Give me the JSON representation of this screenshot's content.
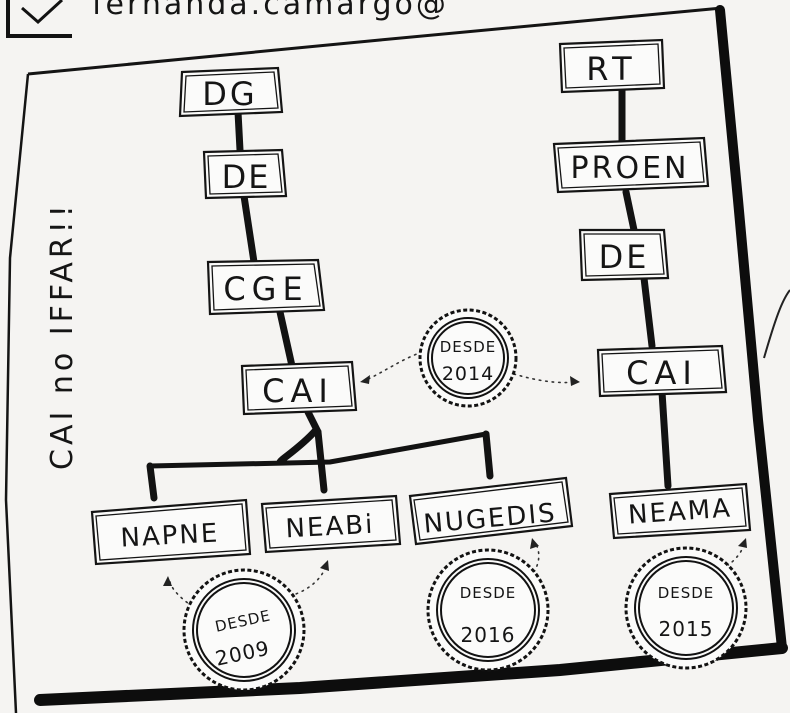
{
  "header": {
    "partial_text": "fernanda.camargo@"
  },
  "side_label": "CAI no IFFAR!!",
  "left_tree": {
    "nodes": [
      "DG",
      "DE",
      "CGE",
      "CAI"
    ],
    "children": [
      "NAPNE",
      "NEABi",
      "NUGEDIS"
    ]
  },
  "right_tree": {
    "nodes": [
      "RT",
      "PROEN",
      "DE",
      "CAI"
    ],
    "children": [
      "NEAMA"
    ]
  },
  "badges": {
    "cai": {
      "line1": "DESDE",
      "line2": "2014"
    },
    "napne_neabi": {
      "line1": "DESDE",
      "line2": "2009"
    },
    "nugedis": {
      "line1": "DESDE",
      "line2": "2016"
    },
    "neama": {
      "line1": "DESDE",
      "line2": "2015"
    }
  }
}
